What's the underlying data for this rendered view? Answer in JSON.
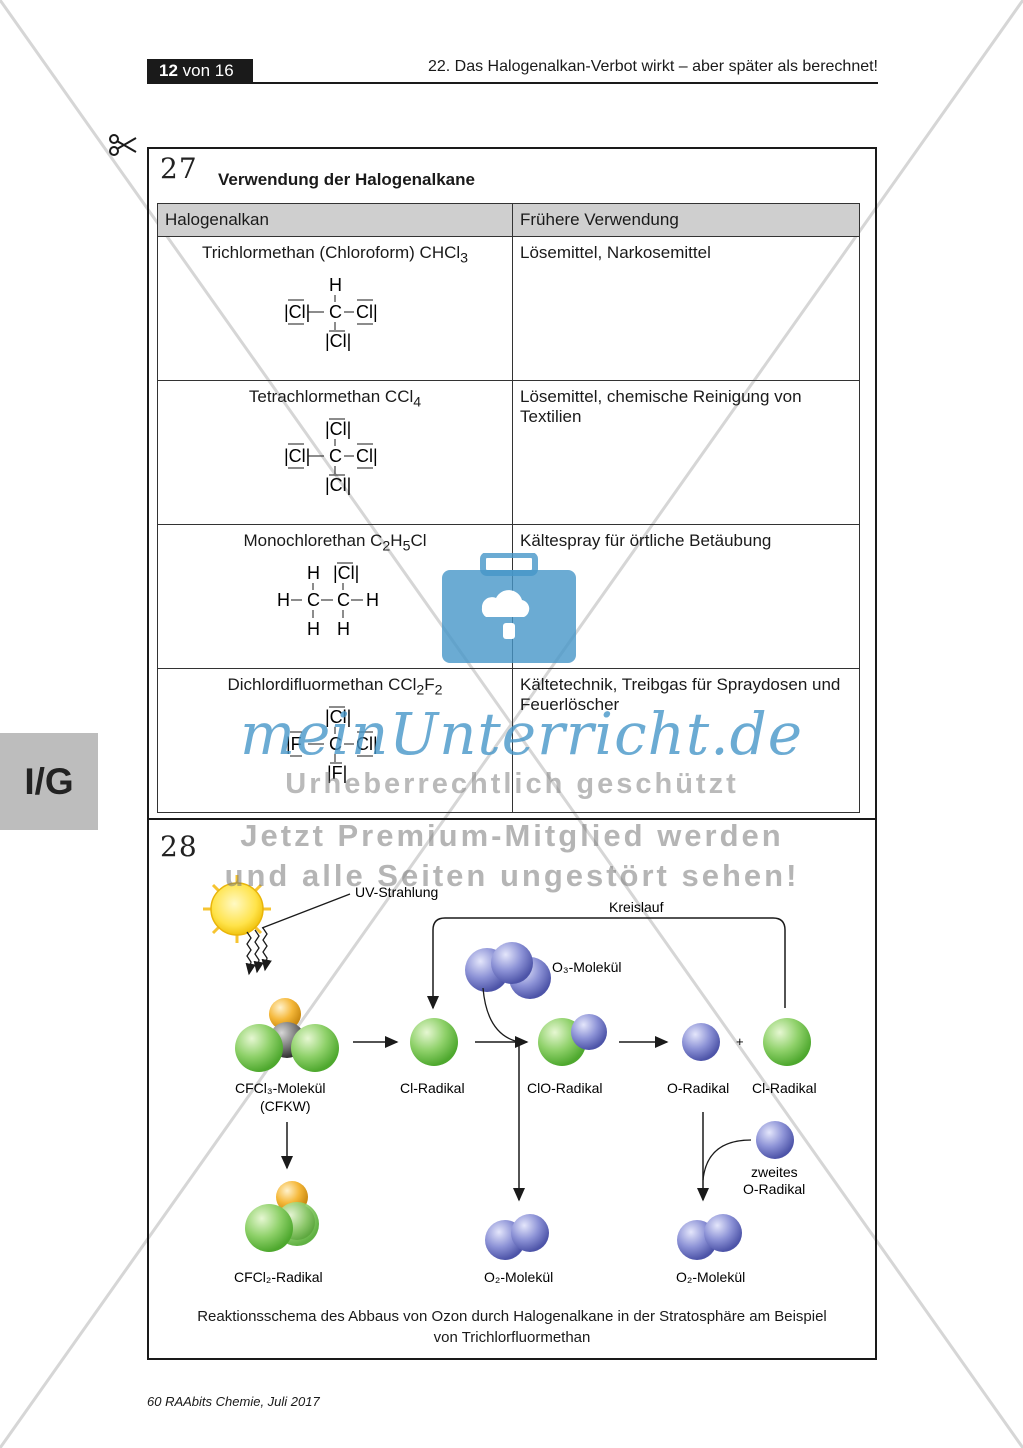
{
  "header": {
    "page_num": "12",
    "page_of": "von 16",
    "title": "22. Das Halogenalkan-Verbot wirkt – aber später als berechnet!"
  },
  "section27": {
    "number": "27",
    "title": "Verwendung der Halogenalkane",
    "table": {
      "col1": "Halogenalkan",
      "col2": "Frühere Verwendung",
      "rows": [
        {
          "name": "Trichlormethan (Chloroform) CHCl",
          "sub": "3",
          "name_tail": "",
          "use": "Lösemittel, Narkosemittel"
        },
        {
          "name": "Tetrachlormethan CCl",
          "sub": "4",
          "name_tail": "",
          "use": "Lösemittel, chemische Reinigung von Textilien"
        },
        {
          "name": "Monochlorethan C",
          "sub": "2",
          "name_tail": "H",
          "sub2": "5",
          "name_tail2": "Cl",
          "use": "Kältespray für örtliche Betäubung"
        },
        {
          "name": "Dichlordifluormethan CCl",
          "sub": "2",
          "name_tail": "F",
          "sub2": "2",
          "use": "Kältetechnik, Treibgas für Spraydo­sen und Feuerlöscher"
        }
      ]
    }
  },
  "section28": {
    "number": "28",
    "labels": {
      "uv": "UV-Strahlung",
      "cycle": "Kreislauf",
      "o3": "O₃-Molekül",
      "cfcl3": "CFCl₃-Molekül",
      "cfkw": "(CFKW)",
      "cl_radical": "Cl-Radikal",
      "clo_radical": "ClO-Radikal",
      "o_radical": "O-Radikal",
      "cl_radical2": "Cl-Radikal",
      "plus": "+",
      "second_o_1": "zweites",
      "second_o_2": "O-Radikal",
      "cfcl2": "CFCl₂-Radikal",
      "o2_1": "O₂-Molekül",
      "o2_2": "O₂-Molekül"
    },
    "caption_line1": "Reaktionsschema des Abbaus von Ozon durch Halogenalkane in der Stratosphäre am Beispiel",
    "caption_line2": "von Trichlorfluormethan"
  },
  "sidetab": "I/G",
  "footer": "60 RAAbits Chemie, Juli 2017",
  "watermark": {
    "brand": "meinUnterricht.de",
    "line1": "Urheberrechtlich geschützt",
    "line2": "Jetzt Premium-Mitglied werden",
    "line3": "und alle Seiten ungestört sehen!"
  },
  "colors": {
    "green": "#8fd16a",
    "blue": "#8c92d6",
    "yellow": "#f5b83a",
    "sun": "#ffe34a",
    "gray_header": "#cfcfcf",
    "watermark_blue": "#4c97c7"
  }
}
